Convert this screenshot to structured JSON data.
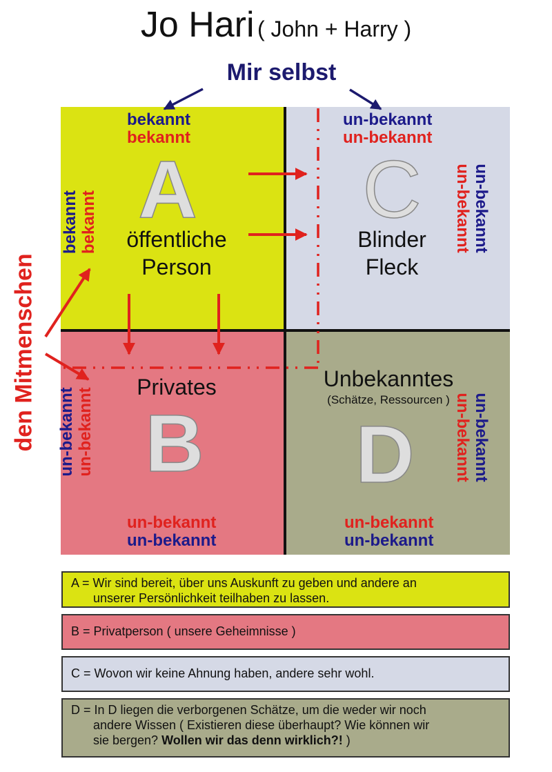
{
  "header": {
    "title_main": "Jo Hari",
    "title_sub": "( John + Harry )",
    "self_label": "Mir selbst",
    "others_label": "den Mitmenschen"
  },
  "colors": {
    "quadrant_a": "#dbe312",
    "quadrant_b": "#e47882",
    "quadrant_c": "#d5d9e6",
    "quadrant_d": "#a9ab8b",
    "accent_red": "#e0221e",
    "accent_blue": "#1c1a8a"
  },
  "quadrants": {
    "a": {
      "letter": "A",
      "name_line1": "öffentliche",
      "name_line2": "Person",
      "top_blue": "bekannt",
      "top_red": "bekannt",
      "side_blue": "bekannt",
      "side_red": "bekannt"
    },
    "c": {
      "letter": "C",
      "name_line1": "Blinder",
      "name_line2": "Fleck",
      "top_blue": "un-bekannt",
      "top_red": "un-bekannt",
      "side_blue": "un-bekannt",
      "side_red": "un-bekannt"
    },
    "b": {
      "letter": "B",
      "name_line1": "Privates",
      "side_blue": "un-bekannt",
      "side_red": "un-bekannt",
      "bottom_red": "un-bekannt",
      "bottom_blue": "un-bekannt"
    },
    "d": {
      "letter": "D",
      "name_line1": "Unbekanntes",
      "name_line2": "(Schätze, Ressourcen )",
      "side_blue": "un-bekannt",
      "side_red": "un-bekannt",
      "bottom_red": "un-bekannt",
      "bottom_blue": "un-bekannt"
    }
  },
  "legend": {
    "a_line1": "A = Wir sind bereit, über uns Auskunft zu geben und andere an",
    "a_line2": "unserer Persönlichkeit teilhaben zu lassen.",
    "b": "B = Privatperson ( unsere Geheimnisse )",
    "c": "C = Wovon wir keine Ahnung haben, andere sehr wohl.",
    "d_line1": "D = In D liegen die verborgenen Schätze, um die weder wir noch",
    "d_line2": "andere Wissen ( Existieren diese überhaupt? Wie können wir",
    "d_line3_plain": "sie bergen? ",
    "d_line3_bold": "Wollen wir das denn wirklich?!",
    "d_line3_end": " )"
  }
}
